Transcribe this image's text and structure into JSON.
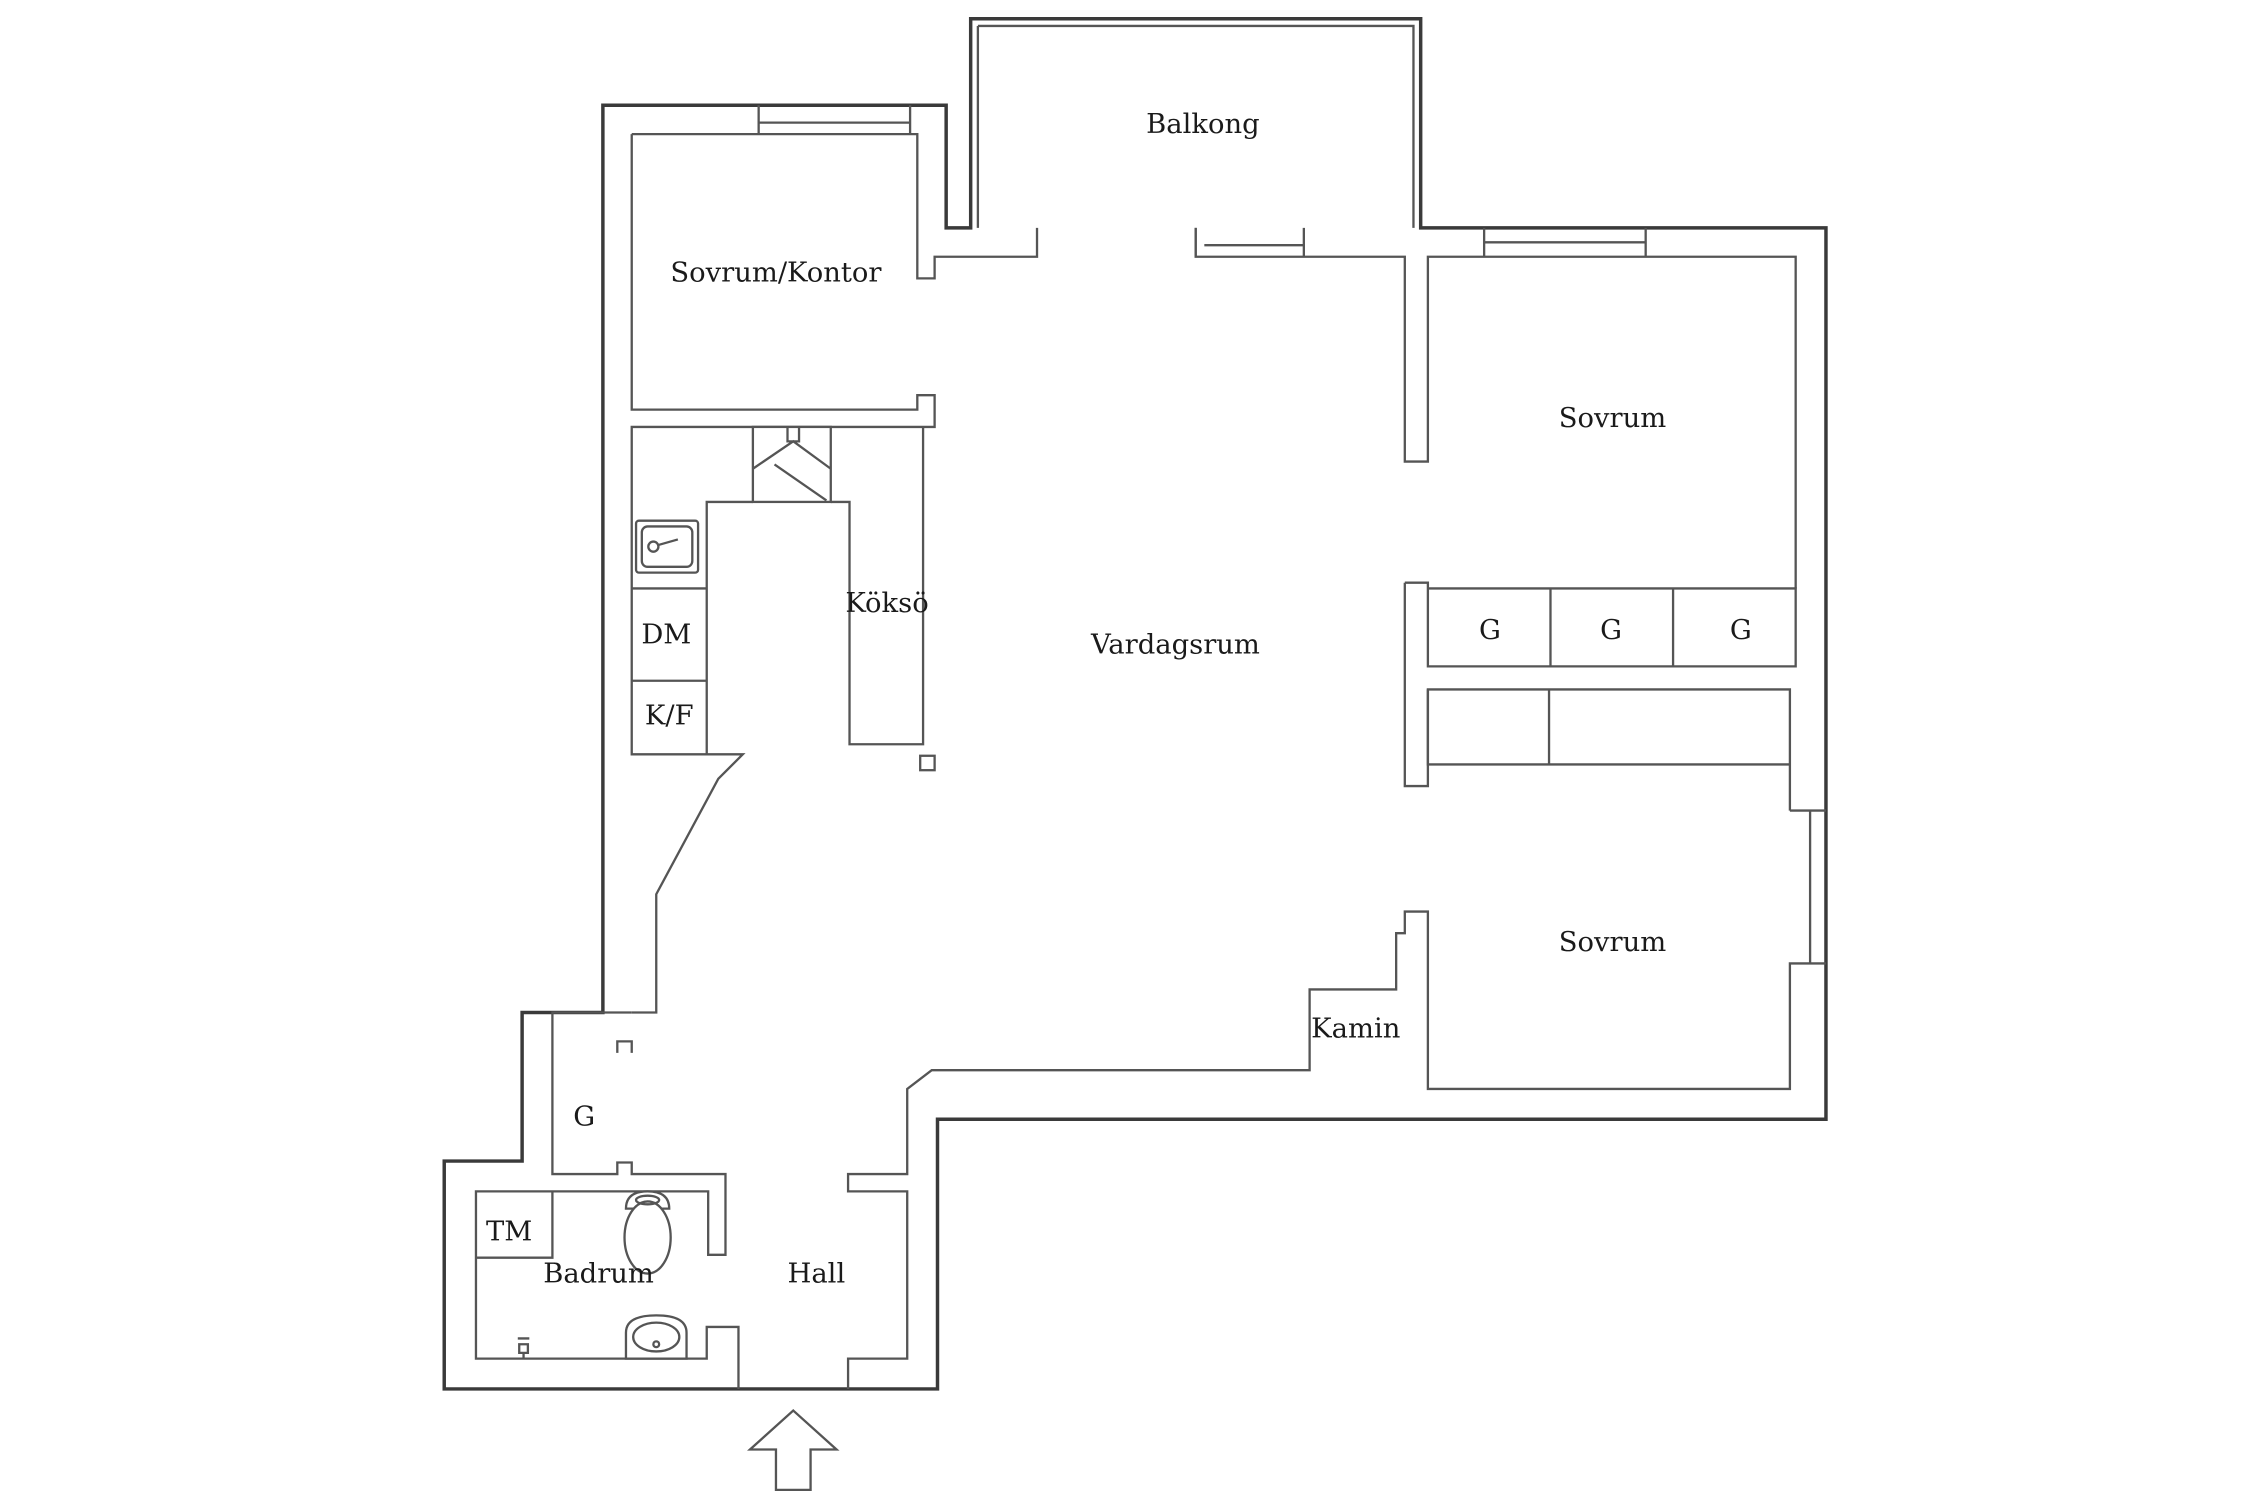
{
  "rooms": {
    "balkong": "Balkong",
    "sovrum_kontor": "Sovrum/Kontor",
    "sovrum_top": "Sovrum",
    "sovrum_bottom": "Sovrum",
    "vardagsrum": "Vardagsrum",
    "koksö": "Köksö",
    "hall": "Hall",
    "badrum": "Badrum"
  },
  "fixtures": {
    "dm": "DM",
    "kf": "K/F",
    "kamin": "Kamin",
    "tm": "TM",
    "wardrobe_1": "G",
    "wardrobe_2": "G",
    "wardrobe_3": "G",
    "wardrobe_hall": "G"
  },
  "icons": {
    "entrance": "arrow-up-icon",
    "sink": "kitchen-sink-icon",
    "toilet": "toilet-icon",
    "washbasin": "washbasin-icon",
    "stove_hood": "stove-hood-icon",
    "tap": "tap-icon"
  }
}
